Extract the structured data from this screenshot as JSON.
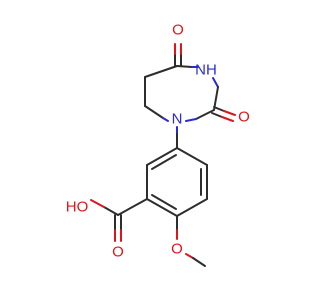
{
  "colors": {
    "bond": "#2d2d2d",
    "oxygen": "#e0141a",
    "nitrogen": "#2a2ad8",
    "background": "#ffffff"
  },
  "atoms": {
    "o_top": "O",
    "nh": "NH",
    "o_right": "O",
    "n_ring": "N",
    "ho": "HO",
    "o_carbonyl": "O",
    "o_methoxy": "O"
  }
}
